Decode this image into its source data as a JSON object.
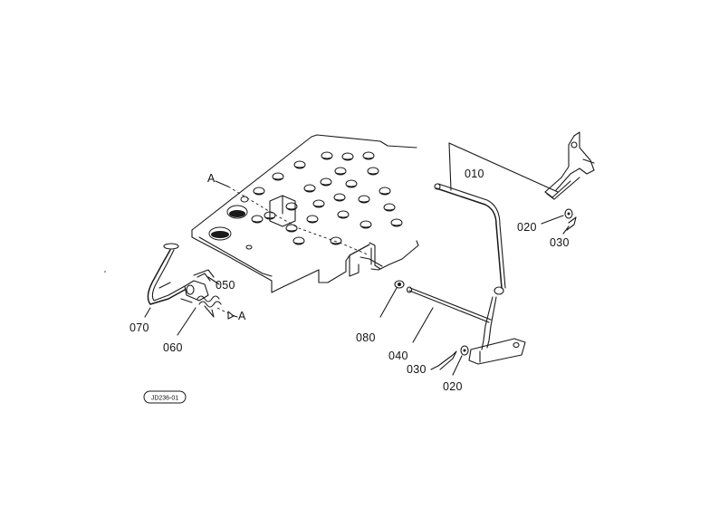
{
  "labels": {
    "section_a_top": "A",
    "section_a_bottom": "A",
    "p010": "010",
    "p020_right": "020",
    "p030_right": "030",
    "p050": "050",
    "p060": "060",
    "p070": "070",
    "p080": "080",
    "p040": "040",
    "p030_bottom": "030",
    "p020_bottom": "020",
    "diagram_code": "JD236-01"
  }
}
